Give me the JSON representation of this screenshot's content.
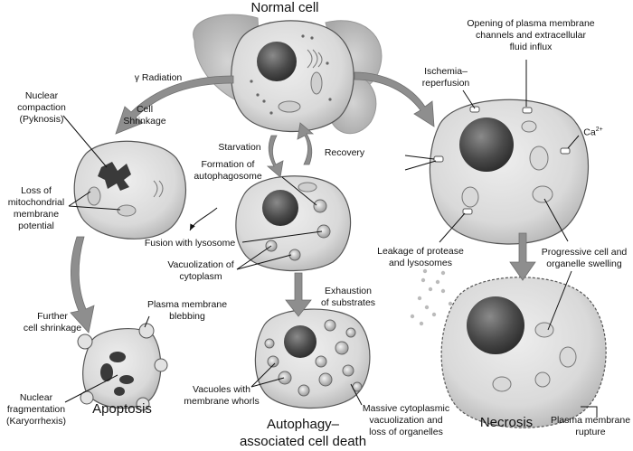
{
  "titles": {
    "normal_cell": "Normal cell",
    "apoptosis": "Apoptosis",
    "autophagy_1": "Autophagy–",
    "autophagy_2": "associated cell death",
    "necrosis": "Necrosis"
  },
  "arrows": {
    "gamma_radiation": "γ Radiation",
    "cell_shrinkage_1": "Cell",
    "cell_shrinkage_2": "Shrinkage",
    "starvation": "Starvation",
    "recovery": "Recovery",
    "ischemia_1": "Ischemia–",
    "ischemia_2": "reperfusion",
    "exhaustion_1": "Exhaustion",
    "exhaustion_2": "of substrates",
    "further_shrinkage_1": "Further",
    "further_shrinkage_2": "cell shrinkage"
  },
  "labels": {
    "nuclear_compaction_1": "Nuclear",
    "nuclear_compaction_2": "compaction",
    "nuclear_compaction_3": "(Pyknosis)",
    "loss_mito_1": "Loss of",
    "loss_mito_2": "mitochondrial",
    "loss_mito_3": "membrane",
    "loss_mito_4": "potential",
    "formation_auto_1": "Formation of",
    "formation_auto_2": "autophagosome",
    "fusion_lysosome": "Fusion with lysosome",
    "vacuolization_1": "Vacuolization of",
    "vacuolization_2": "cytoplasm",
    "opening_pm_1": "Opening of plasma membrane",
    "opening_pm_2": "channels and extracellular",
    "opening_pm_3": "fluid influx",
    "calcium": "Ca",
    "calcium_sup": "2+",
    "leakage_1": "Leakage of protease",
    "leakage_2": "and lysosomes",
    "progressive_1": "Progressive cell and",
    "progressive_2": "organelle swelling",
    "pm_blebbing_1": "Plasma membrane",
    "pm_blebbing_2": "blebbing",
    "nuclear_frag_1": "Nuclear",
    "nuclear_frag_2": "fragmentation",
    "nuclear_frag_3": "(Karyorrhexis)",
    "vacuoles_whorls_1": "Vacuoles with",
    "vacuoles_whorls_2": "membrane whorls",
    "massive_1": "Massive cytoplasmic",
    "massive_2": "vacuolization and",
    "massive_3": "loss of organelles",
    "pm_rupture_1": "Plasma membrane",
    "pm_rupture_2": "rupture"
  }
}
